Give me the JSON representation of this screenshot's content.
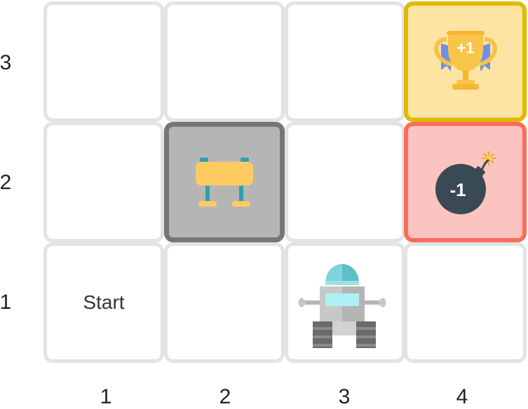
{
  "grid": {
    "columns": 4,
    "rows": 3
  },
  "cells": {
    "start_label": "Start",
    "goal_reward": "+1",
    "pit_reward": "-1"
  },
  "agent": {
    "icon": "robot-icon",
    "column": 3,
    "row": 1
  },
  "obstacle": {
    "icon": "barrier-icon",
    "column": 2,
    "row": 2
  },
  "goal": {
    "icon": "trophy-icon",
    "column": 4,
    "row": 3
  },
  "pit": {
    "icon": "bomb-icon",
    "column": 4,
    "row": 2
  },
  "axes": {
    "x_ticks": [
      "1",
      "2",
      "3",
      "4"
    ],
    "y_ticks": [
      "3",
      "2",
      "1"
    ]
  },
  "colors": {
    "goal_fill": "#fde4a3",
    "goal_border": "#e0b900",
    "pit_fill": "#fcc4c1",
    "pit_border": "#fb6d5b",
    "wall_fill": "#b5b5b5",
    "wall_border": "#767676"
  }
}
